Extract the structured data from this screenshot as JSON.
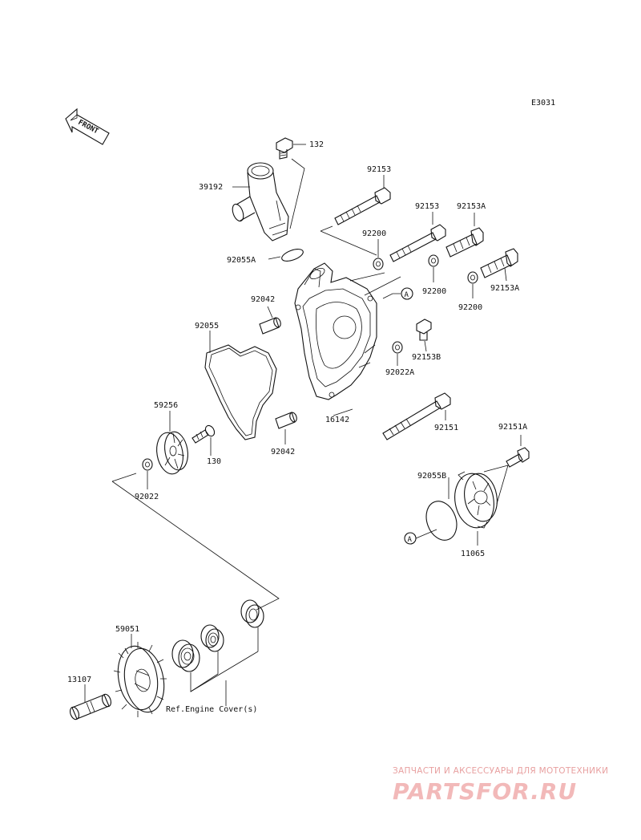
{
  "diagram_code": "E3031",
  "front_label": "FRONT",
  "circle_marker": "A",
  "ref_note": "Ref.Engine Cover(s)",
  "watermark": {
    "tagline": "ЗАПЧАСТИ И АКСЕССУАРЫ ДЛЯ МОТОТЕХНИКИ",
    "brand": "PARTSFOR.RU"
  },
  "parts": [
    {
      "id": "132",
      "label": "132"
    },
    {
      "id": "39192",
      "label": "39192"
    },
    {
      "id": "92153-1",
      "label": "92153"
    },
    {
      "id": "92153-2",
      "label": "92153"
    },
    {
      "id": "92153A-1",
      "label": "92153A"
    },
    {
      "id": "92200-1",
      "label": "92200"
    },
    {
      "id": "92055A",
      "label": "92055A"
    },
    {
      "id": "92200-2",
      "label": "92200"
    },
    {
      "id": "92153A-2",
      "label": "92153A"
    },
    {
      "id": "92200-3",
      "label": "92200"
    },
    {
      "id": "92042-1",
      "label": "92042"
    },
    {
      "id": "92055",
      "label": "92055"
    },
    {
      "id": "92153B",
      "label": "92153B"
    },
    {
      "id": "92022A",
      "label": "92022A"
    },
    {
      "id": "59256",
      "label": "59256"
    },
    {
      "id": "16142",
      "label": "16142"
    },
    {
      "id": "92151",
      "label": "92151"
    },
    {
      "id": "92151A",
      "label": "92151A"
    },
    {
      "id": "130",
      "label": "130"
    },
    {
      "id": "92042-2",
      "label": "92042"
    },
    {
      "id": "92055B",
      "label": "92055B"
    },
    {
      "id": "92022",
      "label": "92022"
    },
    {
      "id": "11065",
      "label": "11065"
    },
    {
      "id": "59051",
      "label": "59051"
    },
    {
      "id": "13107",
      "label": "13107"
    }
  ]
}
